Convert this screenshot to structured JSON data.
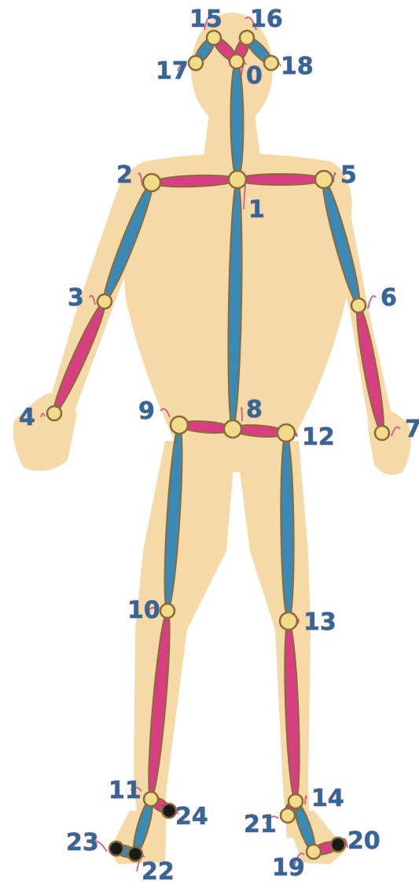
{
  "colors": {
    "body": "#f5d9a6",
    "bone_blue": "#3a8ab5",
    "bone_pink": "#d73f80",
    "outline": "#8a6a3a",
    "joint_fill": "#f2dc8a",
    "foot_tip": "#1a1a1a",
    "label_text": "#2d6a97",
    "arrow": "#d65a8e"
  },
  "keypoints": [
    {
      "id": "0",
      "label": "0"
    },
    {
      "id": "1",
      "label": "1"
    },
    {
      "id": "2",
      "label": "2"
    },
    {
      "id": "3",
      "label": "3"
    },
    {
      "id": "4",
      "label": "4"
    },
    {
      "id": "5",
      "label": "5"
    },
    {
      "id": "6",
      "label": "6"
    },
    {
      "id": "7",
      "label": "7"
    },
    {
      "id": "8",
      "label": "8"
    },
    {
      "id": "9",
      "label": "9"
    },
    {
      "id": "10",
      "label": "10"
    },
    {
      "id": "11",
      "label": "11"
    },
    {
      "id": "12",
      "label": "12"
    },
    {
      "id": "13",
      "label": "13"
    },
    {
      "id": "14",
      "label": "14"
    },
    {
      "id": "15",
      "label": "15"
    },
    {
      "id": "16",
      "label": "16"
    },
    {
      "id": "17",
      "label": "17"
    },
    {
      "id": "18",
      "label": "18"
    },
    {
      "id": "19",
      "label": "19"
    },
    {
      "id": "20",
      "label": "20"
    },
    {
      "id": "21",
      "label": "21"
    },
    {
      "id": "22",
      "label": "22"
    },
    {
      "id": "23",
      "label": "23"
    },
    {
      "id": "24",
      "label": "24"
    }
  ],
  "bones": [
    {
      "from": "0",
      "to": "15",
      "color": "pink"
    },
    {
      "from": "0",
      "to": "16",
      "color": "pink"
    },
    {
      "from": "15",
      "to": "17",
      "color": "blue"
    },
    {
      "from": "16",
      "to": "18",
      "color": "blue"
    },
    {
      "from": "0",
      "to": "1",
      "color": "blue"
    },
    {
      "from": "1",
      "to": "2",
      "color": "pink"
    },
    {
      "from": "1",
      "to": "5",
      "color": "pink"
    },
    {
      "from": "2",
      "to": "3",
      "color": "blue"
    },
    {
      "from": "3",
      "to": "4",
      "color": "pink"
    },
    {
      "from": "5",
      "to": "6",
      "color": "blue"
    },
    {
      "from": "6",
      "to": "7",
      "color": "pink"
    },
    {
      "from": "1",
      "to": "8",
      "color": "blue"
    },
    {
      "from": "8",
      "to": "9",
      "color": "pink"
    },
    {
      "from": "8",
      "to": "12",
      "color": "pink"
    },
    {
      "from": "9",
      "to": "10",
      "color": "blue"
    },
    {
      "from": "10",
      "to": "11",
      "color": "pink"
    },
    {
      "from": "11",
      "to": "22",
      "color": "blue"
    },
    {
      "from": "22",
      "to": "23",
      "color": "blue"
    },
    {
      "from": "11",
      "to": "24",
      "color": "pink"
    },
    {
      "from": "12",
      "to": "13",
      "color": "blue"
    },
    {
      "from": "13",
      "to": "14",
      "color": "pink"
    },
    {
      "from": "14",
      "to": "19",
      "color": "blue"
    },
    {
      "from": "19",
      "to": "20",
      "color": "pink"
    },
    {
      "from": "14",
      "to": "21",
      "color": "pink"
    }
  ]
}
